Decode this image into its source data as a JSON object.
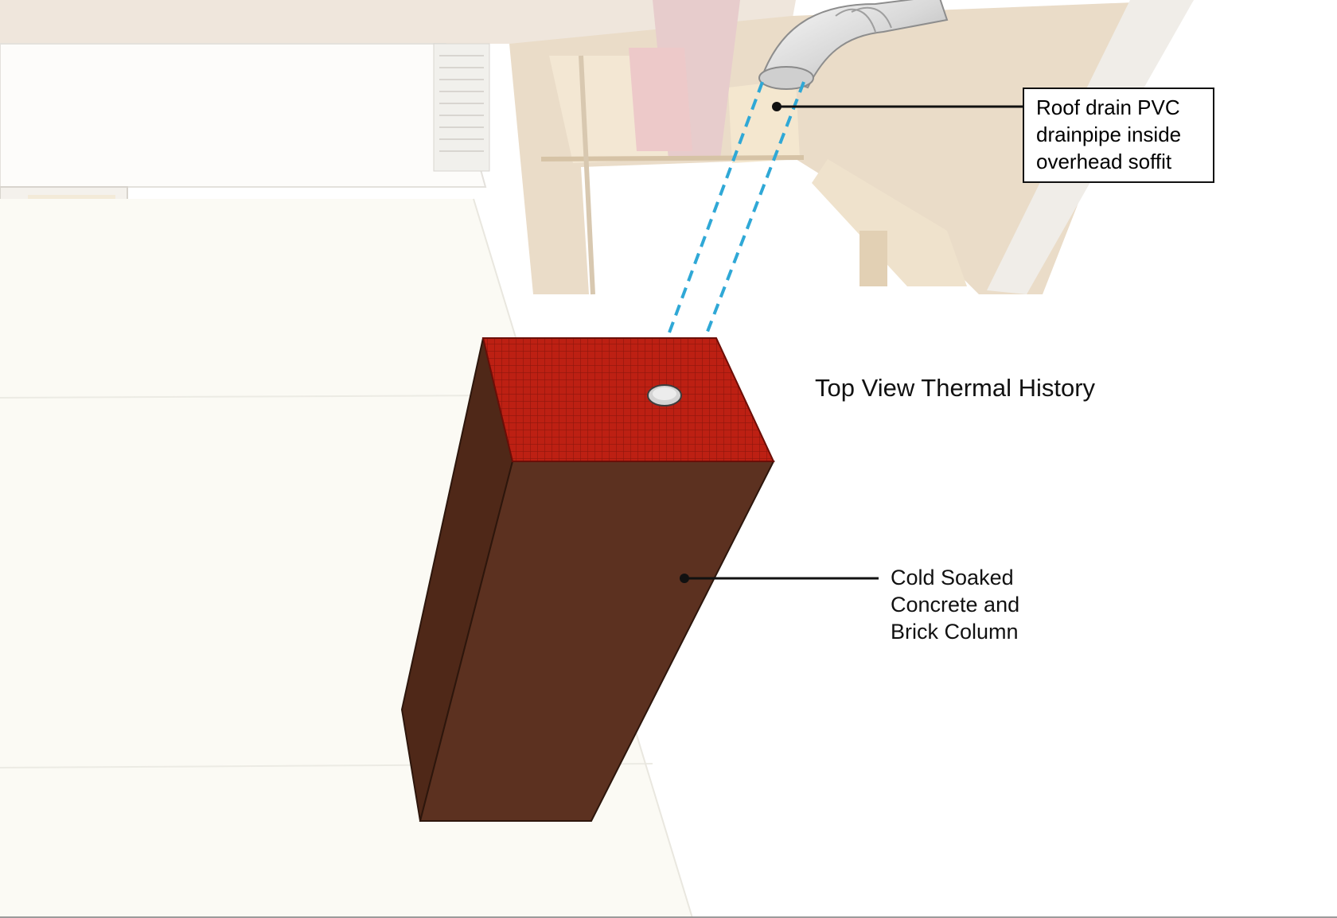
{
  "callouts": {
    "drainpipe": {
      "lines": [
        "Roof drain PVC",
        "drainpipe inside",
        "overhead soffit"
      ]
    },
    "column": {
      "lines": [
        "Cold Soaked",
        "Concrete and",
        "Brick Column"
      ]
    }
  },
  "view_title": "Top View Thermal History",
  "colors": {
    "column_top": "#b81e12",
    "column_front": "#5c3120",
    "column_side": "#5a2e1c",
    "hidden_pipe_dashes": "#2fa8d6",
    "callout_line": "#111111",
    "background_floor": "#fbfaf4",
    "background_framing": "#eadcc8"
  }
}
